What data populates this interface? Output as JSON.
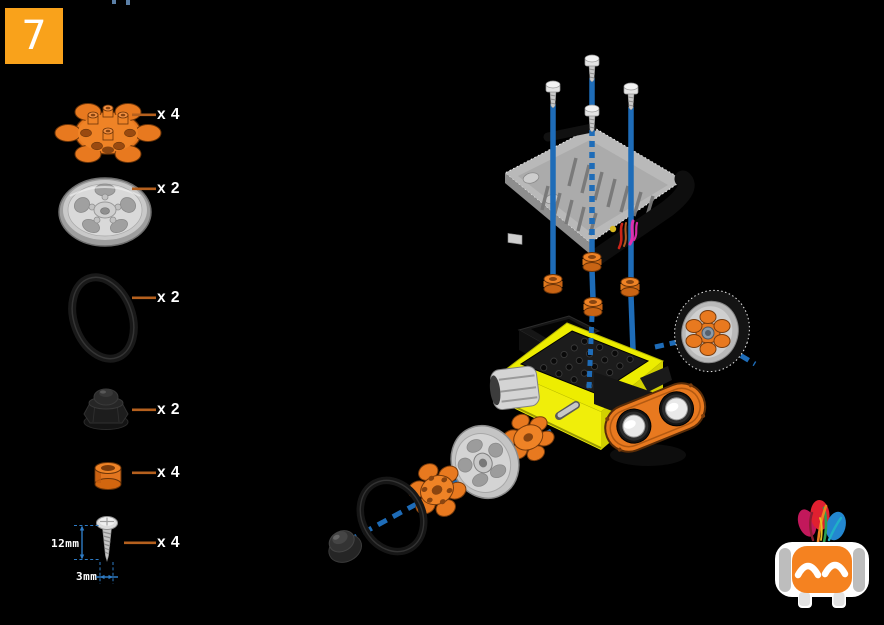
{
  "step_badge": {
    "number": "7",
    "color": "#F9A21B"
  },
  "parts_list": {
    "items": [
      {
        "part": "motor-coupling",
        "qty_label": "x 4"
      },
      {
        "part": "wheel",
        "qty_label": "x 2"
      },
      {
        "part": "tire-o-ring",
        "qty_label": "x 2"
      },
      {
        "part": "cap-nut",
        "qty_label": "x 2"
      },
      {
        "part": "spacer",
        "qty_label": "x 4"
      },
      {
        "part": "screw",
        "qty_label": "x 4",
        "length_label": "12mm",
        "diameter_label": "3mm"
      }
    ]
  },
  "diagram": {
    "type": "exploded-assembly",
    "elements": [
      "top-cover-plate",
      "screws",
      "guide-lines",
      "hex-spacers",
      "wires",
      "robot-body",
      "ultrasonic-sensor",
      "right-wheel",
      "left-wheel-chain: cap-nut, tire, coupling, wheel, coupling"
    ],
    "colors": {
      "guide_line_blue": "#1E6CB8",
      "part_orange": "#E8791F",
      "body_yellow": "#EDED00",
      "background": "#000000"
    }
  },
  "logo": {
    "name": "robot-mascot-logo"
  }
}
